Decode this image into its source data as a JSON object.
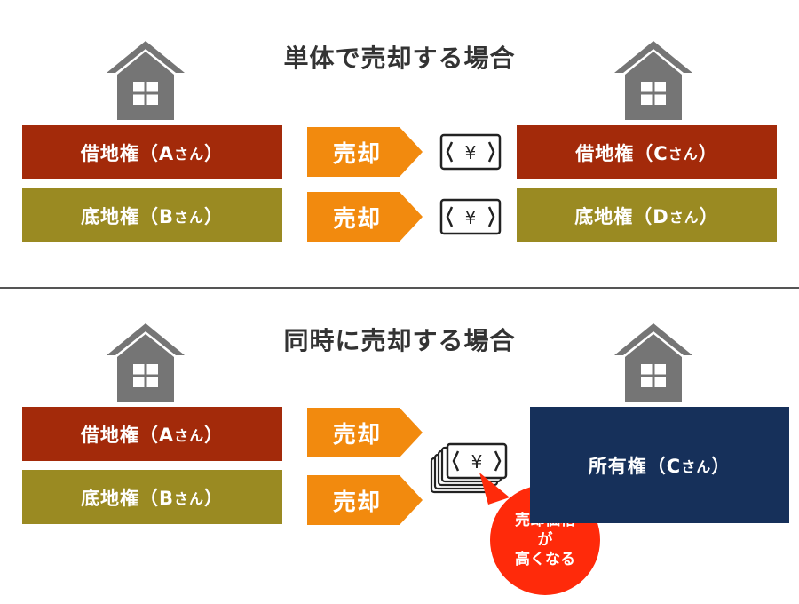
{
  "colors": {
    "leasehold": "#a32a0a",
    "land_ownership": "#9a8a22",
    "ownership": "#16305a",
    "arrow": "#f28a0e",
    "house": "#757575",
    "bubble": "#ff2a0a"
  },
  "icons": {
    "house": "house-icon",
    "banknote": "yen-banknote-icon",
    "banknote_stack": "yen-banknote-stack-icon"
  },
  "single": {
    "title": "単体で売却する場合",
    "seller_leasehold": {
      "main": "借地権（A",
      "sub": "さん",
      "end": "）"
    },
    "seller_land": {
      "main": "底地権（B",
      "sub": "さん",
      "end": "）"
    },
    "buyer_leasehold": {
      "main": "借地権（C",
      "sub": "さん",
      "end": "）"
    },
    "buyer_land": {
      "main": "底地権（D",
      "sub": "さん",
      "end": "）"
    },
    "sale_label_1": "売却",
    "sale_label_2": "売却",
    "yen_1": "¥",
    "yen_2": "¥"
  },
  "simultaneous": {
    "title": "同時に売却する場合",
    "seller_leasehold": {
      "main": "借地権（A",
      "sub": "さん",
      "end": "）"
    },
    "seller_land": {
      "main": "底地権（B",
      "sub": "さん",
      "end": "）"
    },
    "buyer_ownership": {
      "main": "所有権（C",
      "sub": "さん",
      "end": "）"
    },
    "sale_label_1": "売却",
    "sale_label_2": "売却",
    "yen": "¥",
    "bubble": {
      "line1": "売却価格",
      "line2": "が",
      "line3": "高くなる"
    }
  }
}
